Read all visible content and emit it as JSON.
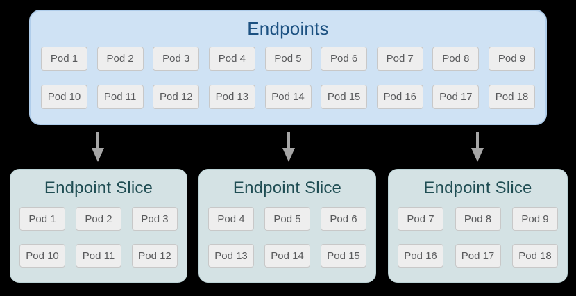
{
  "diagram": {
    "endpoints": {
      "title": "Endpoints",
      "pod_rows": [
        [
          "Pod 1",
          "Pod 2",
          "Pod 3",
          "Pod 4",
          "Pod 5",
          "Pod 6",
          "Pod 7",
          "Pod 8",
          "Pod 9"
        ],
        [
          "Pod 10",
          "Pod 11",
          "Pod 12",
          "Pod 13",
          "Pod 14",
          "Pod 15",
          "Pod 16",
          "Pod 17",
          "Pod 18"
        ]
      ]
    },
    "arrows": [
      "down-arrow",
      "down-arrow",
      "down-arrow"
    ],
    "slices": [
      {
        "title": "Endpoint Slice",
        "pod_rows": [
          [
            "Pod 1",
            "Pod 2",
            "Pod 3"
          ],
          [
            "Pod 10",
            "Pod 11",
            "Pod 12"
          ]
        ]
      },
      {
        "title": "Endpoint Slice",
        "pod_rows": [
          [
            "Pod 4",
            "Pod 5",
            "Pod 6"
          ],
          [
            "Pod 13",
            "Pod 14",
            "Pod 15"
          ]
        ]
      },
      {
        "title": "Endpoint Slice",
        "pod_rows": [
          [
            "Pod 7",
            "Pod 8",
            "Pod 9"
          ],
          [
            "Pod 16",
            "Pod 17",
            "Pod 18"
          ]
        ]
      }
    ]
  },
  "colors": {
    "page_bg": "#000000",
    "endpoints_fill": "#cfe2f4",
    "endpoints_border": "#b0cdea",
    "endpoints_title": "#1c5181",
    "slice_fill": "#d4e2e4",
    "slice_border": "#bcd3d6",
    "slice_title": "#1f4d53",
    "pod_fill": "#eeeeee",
    "pod_border": "#c8c8c8",
    "pod_text": "#595a5c",
    "arrow": "#a6a6a6"
  }
}
